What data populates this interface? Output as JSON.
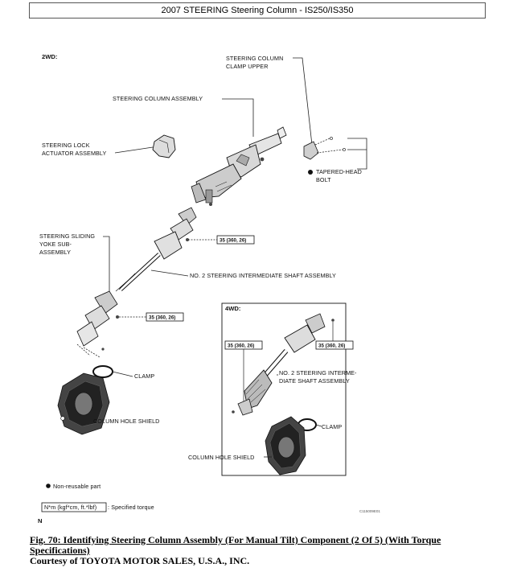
{
  "header": {
    "title": "2007 STEERING Steering Column - IS250/IS350"
  },
  "figure": {
    "section_2wd": "2WD:",
    "section_4wd": "4WD:",
    "labels": {
      "clamp_upper_1": "STEERING COLUMN",
      "clamp_upper_2": "CLAMP UPPER",
      "column_assembly": "STEERING COLUMN ASSEMBLY",
      "lock_actuator_1": "STEERING LOCK",
      "lock_actuator_2": "ACTUATOR ASSEMBLY",
      "tapered_bolt_1": "TAPERED-HEAD",
      "tapered_bolt_2": "BOLT",
      "sliding_yoke_1": "STEERING SLIDING",
      "sliding_yoke_2": "YOKE SUB-",
      "sliding_yoke_3": "ASSEMBLY",
      "intermediate_shaft": "NO. 2 STEERING INTERMEDIATE SHAFT ASSEMBLY",
      "clamp_2wd": "CLAMP",
      "hole_shield_2wd": "COLUMN HOLE SHIELD",
      "intermediate_4wd_1": "NO. 2 STEERING INTERME-",
      "intermediate_4wd_2": "DIATE SHAFT ASSEMBLY",
      "clamp_4wd": "CLAMP",
      "hole_shield_4wd": "COLUMN HOLE SHIELD"
    },
    "torques": {
      "t1": "35 (360, 26)",
      "t2": "35 (360, 26)",
      "t3": "35 (360, 26)",
      "t4": "35 (360, 26)"
    },
    "legend": {
      "non_reusable": "Non-reusable part",
      "torque_units": "N*m (kgf*cm, ft.*lbf)",
      "torque_desc": ": Specified torque"
    },
    "figure_code": "C115009E01",
    "north_mark": "N"
  },
  "caption": {
    "title": "Fig. 70: Identifying Steering Column Assembly (For Manual Tilt) Component (2 Of 5) (With Torque Specifications)",
    "courtesy": "Courtesy of TOYOTA MOTOR SALES, U.S.A., INC."
  }
}
